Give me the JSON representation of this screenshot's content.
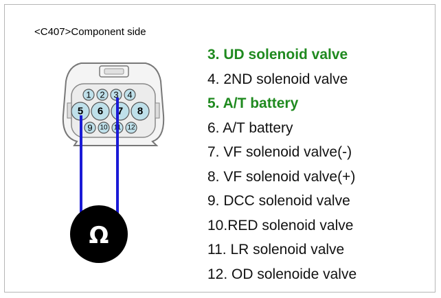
{
  "title": "<C407>Component side",
  "connector": {
    "top_row": [
      "1",
      "2",
      "3",
      "4"
    ],
    "mid_row": [
      "5",
      "6",
      "7",
      "8"
    ],
    "bottom_row": [
      "9",
      "10",
      "11",
      "12"
    ]
  },
  "meter": {
    "symbol": "Ω",
    "icon": "ohmmeter-icon"
  },
  "pins": [
    {
      "label": "3. UD solenoid valve",
      "highlight": true
    },
    {
      "label": "4. 2ND solenoid valve",
      "highlight": false
    },
    {
      "label": "5. A/T battery",
      "highlight": true
    },
    {
      "label": "6. A/T battery",
      "highlight": false
    },
    {
      "label": "7. VF solenoid valve(-)",
      "highlight": false
    },
    {
      "label": "8. VF solenoid valve(+)",
      "highlight": false
    },
    {
      "label": "9. DCC solenoid valve",
      "highlight": false
    },
    {
      "label": "10.RED solenoid valve",
      "highlight": false
    },
    {
      "label": "11. LR solenoid valve",
      "highlight": false
    },
    {
      "label": "12. OD solenoide valve",
      "highlight": false
    }
  ],
  "colors": {
    "highlight": "#1f8a1f",
    "wire": "#1a1ad6",
    "pin_fill": "#bfe0ea"
  }
}
